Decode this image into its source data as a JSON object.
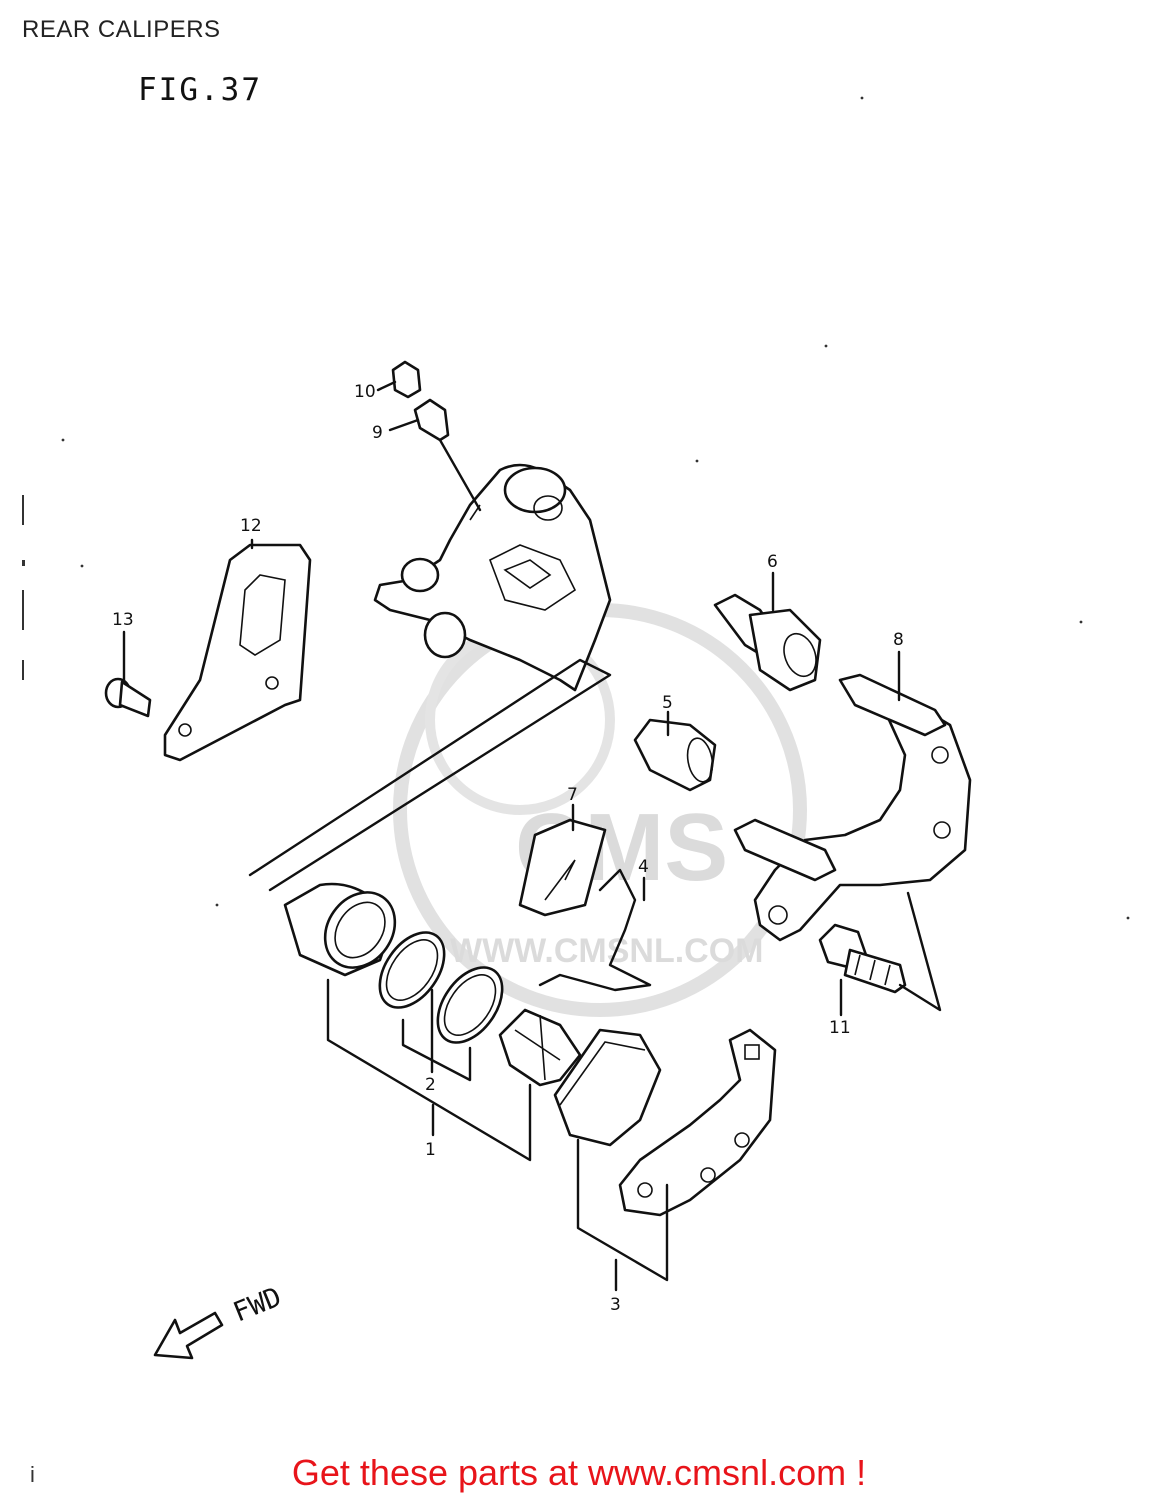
{
  "header": {
    "title": "REAR CALIPERS",
    "figure": "FIG.37"
  },
  "callouts": [
    "1",
    "2",
    "3",
    "4",
    "5",
    "6",
    "7",
    "8",
    "9",
    "10",
    "11",
    "12",
    "13"
  ],
  "direction_label": "FWD",
  "watermark": {
    "brand": "CMS",
    "site": "WWW.CMSNL.COM"
  },
  "footer": {
    "cta": "Get these parts at www.cmsnl.com !",
    "left_mark": "i"
  }
}
